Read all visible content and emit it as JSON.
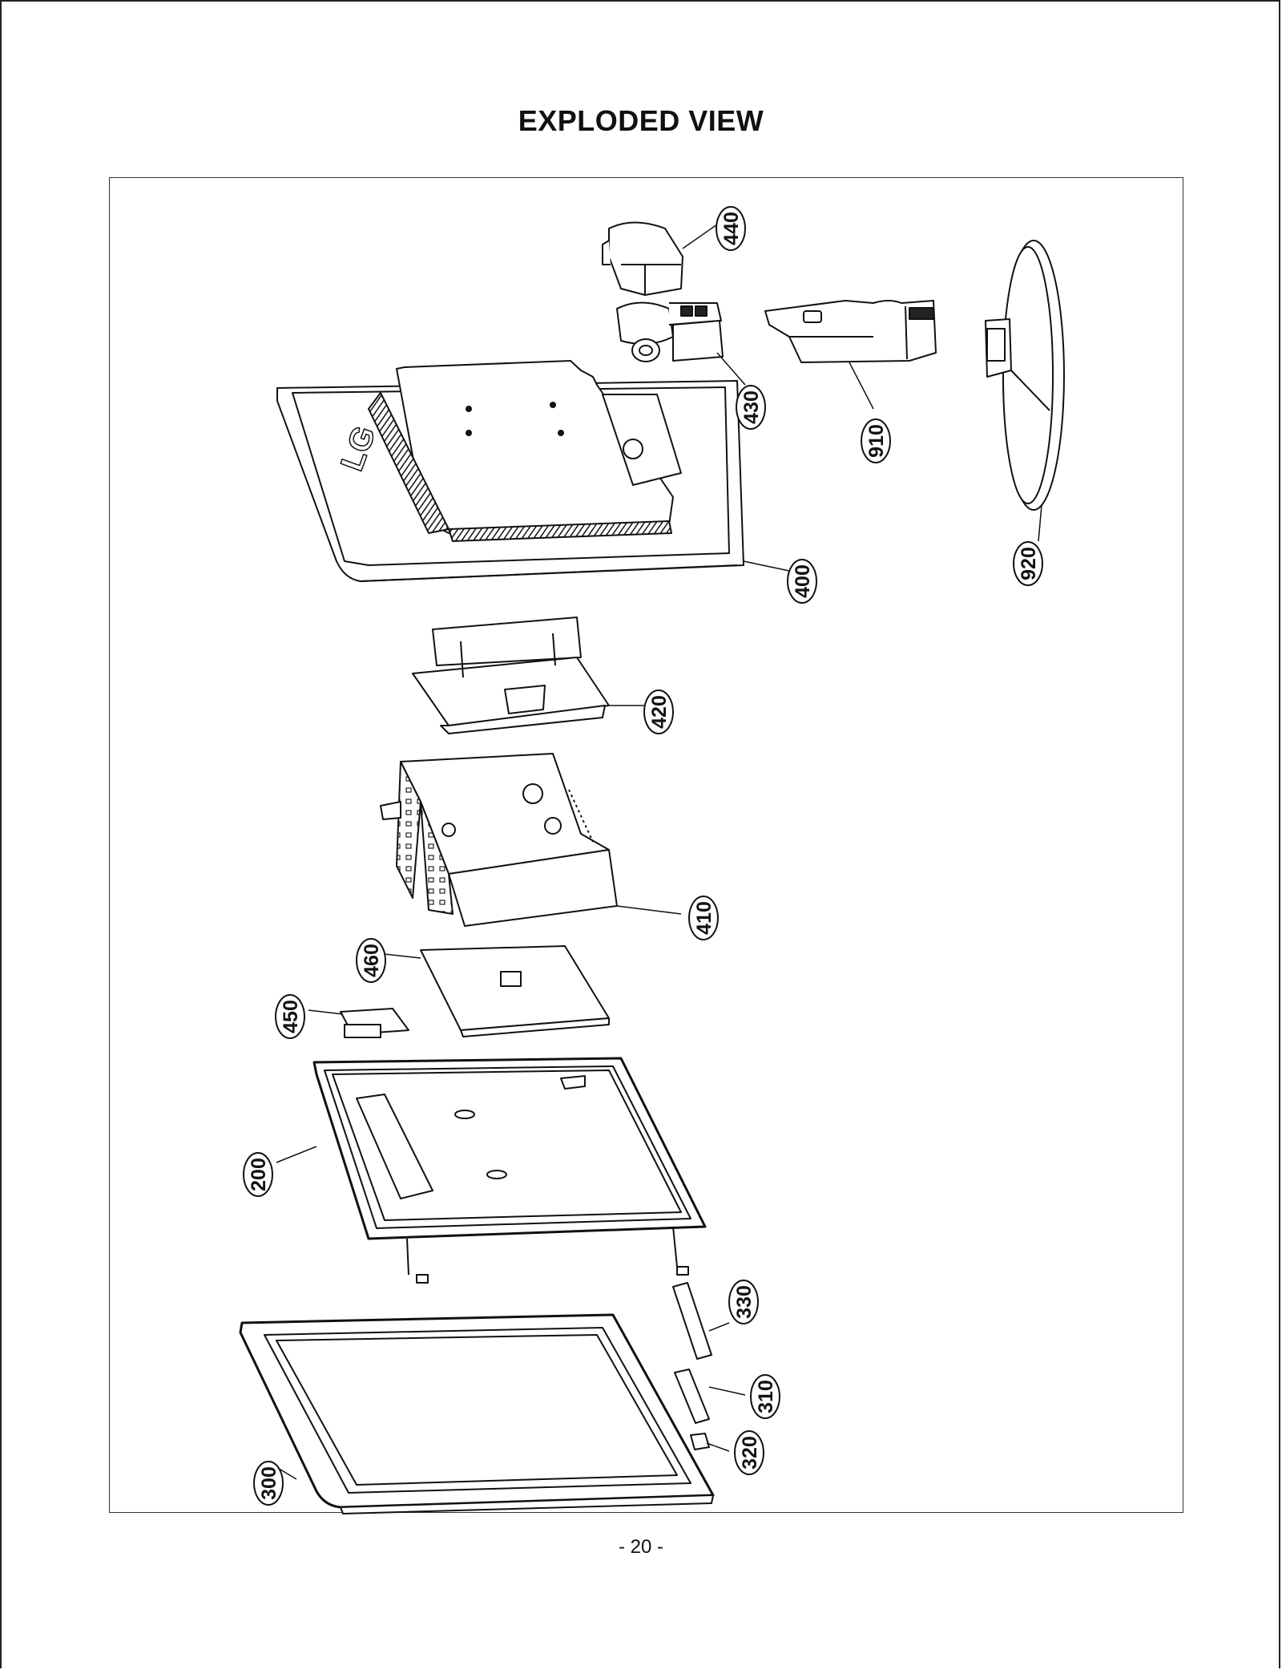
{
  "page": {
    "title": "EXPLODED VIEW",
    "page_number": "- 20 -"
  },
  "diagram": {
    "logo_text": "LG",
    "callouts": [
      {
        "id": "440",
        "label": "440"
      },
      {
        "id": "430",
        "label": "430"
      },
      {
        "id": "910",
        "label": "910"
      },
      {
        "id": "920",
        "label": "920"
      },
      {
        "id": "400",
        "label": "400"
      },
      {
        "id": "420",
        "label": "420"
      },
      {
        "id": "410",
        "label": "410"
      },
      {
        "id": "460",
        "label": "460"
      },
      {
        "id": "450",
        "label": "450"
      },
      {
        "id": "200",
        "label": "200"
      },
      {
        "id": "330",
        "label": "330"
      },
      {
        "id": "310",
        "label": "310"
      },
      {
        "id": "320",
        "label": "320"
      },
      {
        "id": "300",
        "label": "300"
      }
    ]
  }
}
